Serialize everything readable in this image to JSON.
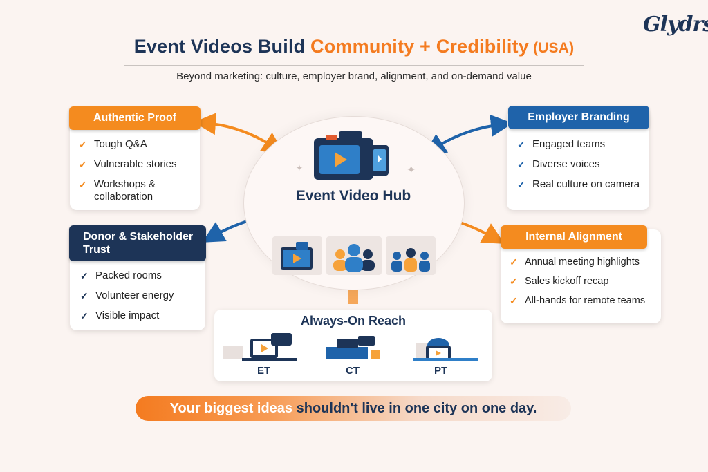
{
  "brand": "Glydrs",
  "title": {
    "part1": "Event Videos Build ",
    "part2": "Community + Credibility",
    "part3": " (USA)"
  },
  "subtitle": "Beyond marketing: culture, employer brand, alignment, and on-demand value",
  "hub": {
    "title": "Event Video Hub"
  },
  "cards": {
    "authentic": {
      "title": "Authentic Proof",
      "items": [
        "Tough Q&A",
        "Vulnerable stories",
        "Workshops &",
        "collaboration"
      ]
    },
    "employer": {
      "title": "Employer Branding",
      "items": [
        "Engaged teams",
        "Diverse voices",
        "Real culture on camera"
      ]
    },
    "donor": {
      "title_line1": "Donor & Stakeholder",
      "title_line2": "Trust",
      "items": [
        "Packed rooms",
        "Volunteer energy",
        "Visible impact"
      ]
    },
    "internal": {
      "title": "Internal Alignment",
      "items": [
        "Annual meeting highlights",
        "Sales kickoff recap",
        "All-hands for remote teams"
      ]
    }
  },
  "reach": {
    "title": "Always-On Reach",
    "zones": [
      "ET",
      "CT",
      "PT"
    ]
  },
  "banner": {
    "white_part": "Your biggest ideas",
    "rest": " shouldn't live in one city on one day."
  },
  "colors": {
    "orange": "#f48b1f",
    "blue": "#1f63aa",
    "navy": "#1d3457",
    "background": "#fbf4f1"
  }
}
